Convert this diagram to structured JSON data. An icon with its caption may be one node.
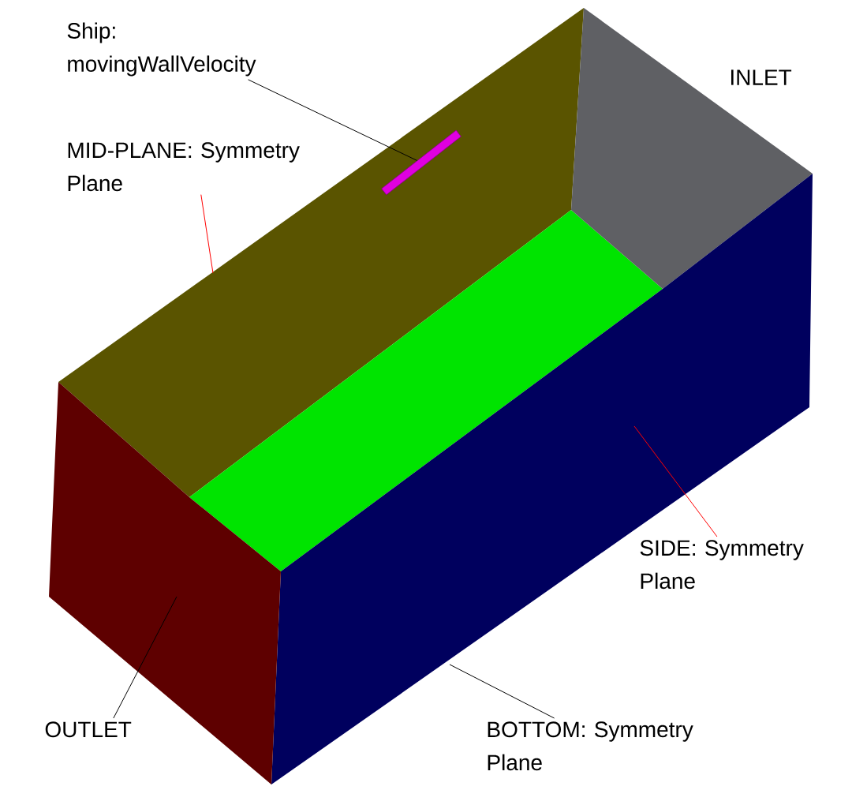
{
  "diagram": {
    "nodes": [
      {
        "text": [
          "Ship: movingWallVelocity"
        ]
      },
      {
        "text": [],
        "shape": "picture"
      },
      {
        "text": [
          "MID-PLANE: Symmetry Plane"
        ]
      },
      {
        "text": [
          "SIDE: Symmetry Plane"
        ]
      },
      {
        "text": [
          "BOTTOM: Symmetry Plane"
        ]
      },
      {
        "text": [
          "OUTLET"
        ]
      }
    ],
    "edges": [
      {
        "from": 0,
        "to": 1,
        "arrow": "none"
      },
      {
        "from": 2,
        "to": null,
        "arrow": "none",
        "color": "#ff0000"
      },
      {
        "from": 3,
        "to": null,
        "arrow": "none",
        "color": "#ff0000"
      },
      {
        "from": 4,
        "to": null,
        "arrow": "none"
      },
      {
        "from": 5,
        "to": null,
        "arrow": "none"
      }
    ],
    "labels": [
      "INLET"
    ]
  }
}
